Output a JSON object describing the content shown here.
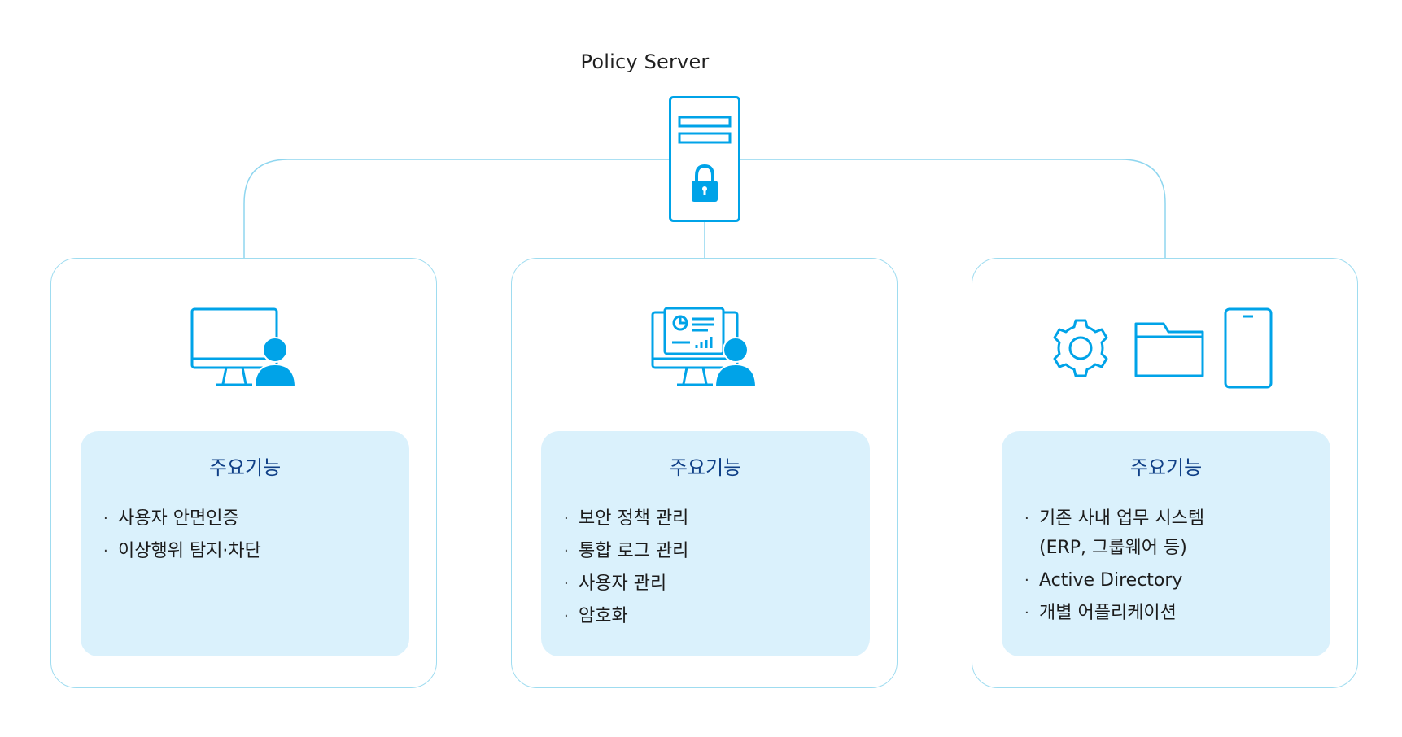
{
  "server": {
    "title": "Policy Server",
    "icon": "server-lock-icon"
  },
  "colors": {
    "accent": "#00a3e8",
    "line": "#8fd6ef",
    "card_border": "#9fdcf0",
    "feature_bg": "#daf1fc",
    "feature_title": "#0f3f86"
  },
  "cards": [
    {
      "icon": "monitor-user-icon",
      "feature_title": "주요기능",
      "items": [
        {
          "text": "사용자 안면인증"
        },
        {
          "text": "이상행위 탐지·차단"
        }
      ]
    },
    {
      "icon": "dashboard-user-icon",
      "feature_title": "주요기능",
      "items": [
        {
          "text": "보안 정책 관리"
        },
        {
          "text": "통합 로그 관리"
        },
        {
          "text": "사용자 관리"
        },
        {
          "text": "암호화"
        }
      ]
    },
    {
      "icons": [
        "gear-icon",
        "folder-icon",
        "smartphone-icon"
      ],
      "feature_title": "주요기능",
      "items": [
        {
          "text": "기존 사내 업무 시스템",
          "text2": "(ERP, 그룹웨어 등)"
        },
        {
          "text": "Active Directory"
        },
        {
          "text": "개별 어플리케이션"
        }
      ]
    }
  ]
}
